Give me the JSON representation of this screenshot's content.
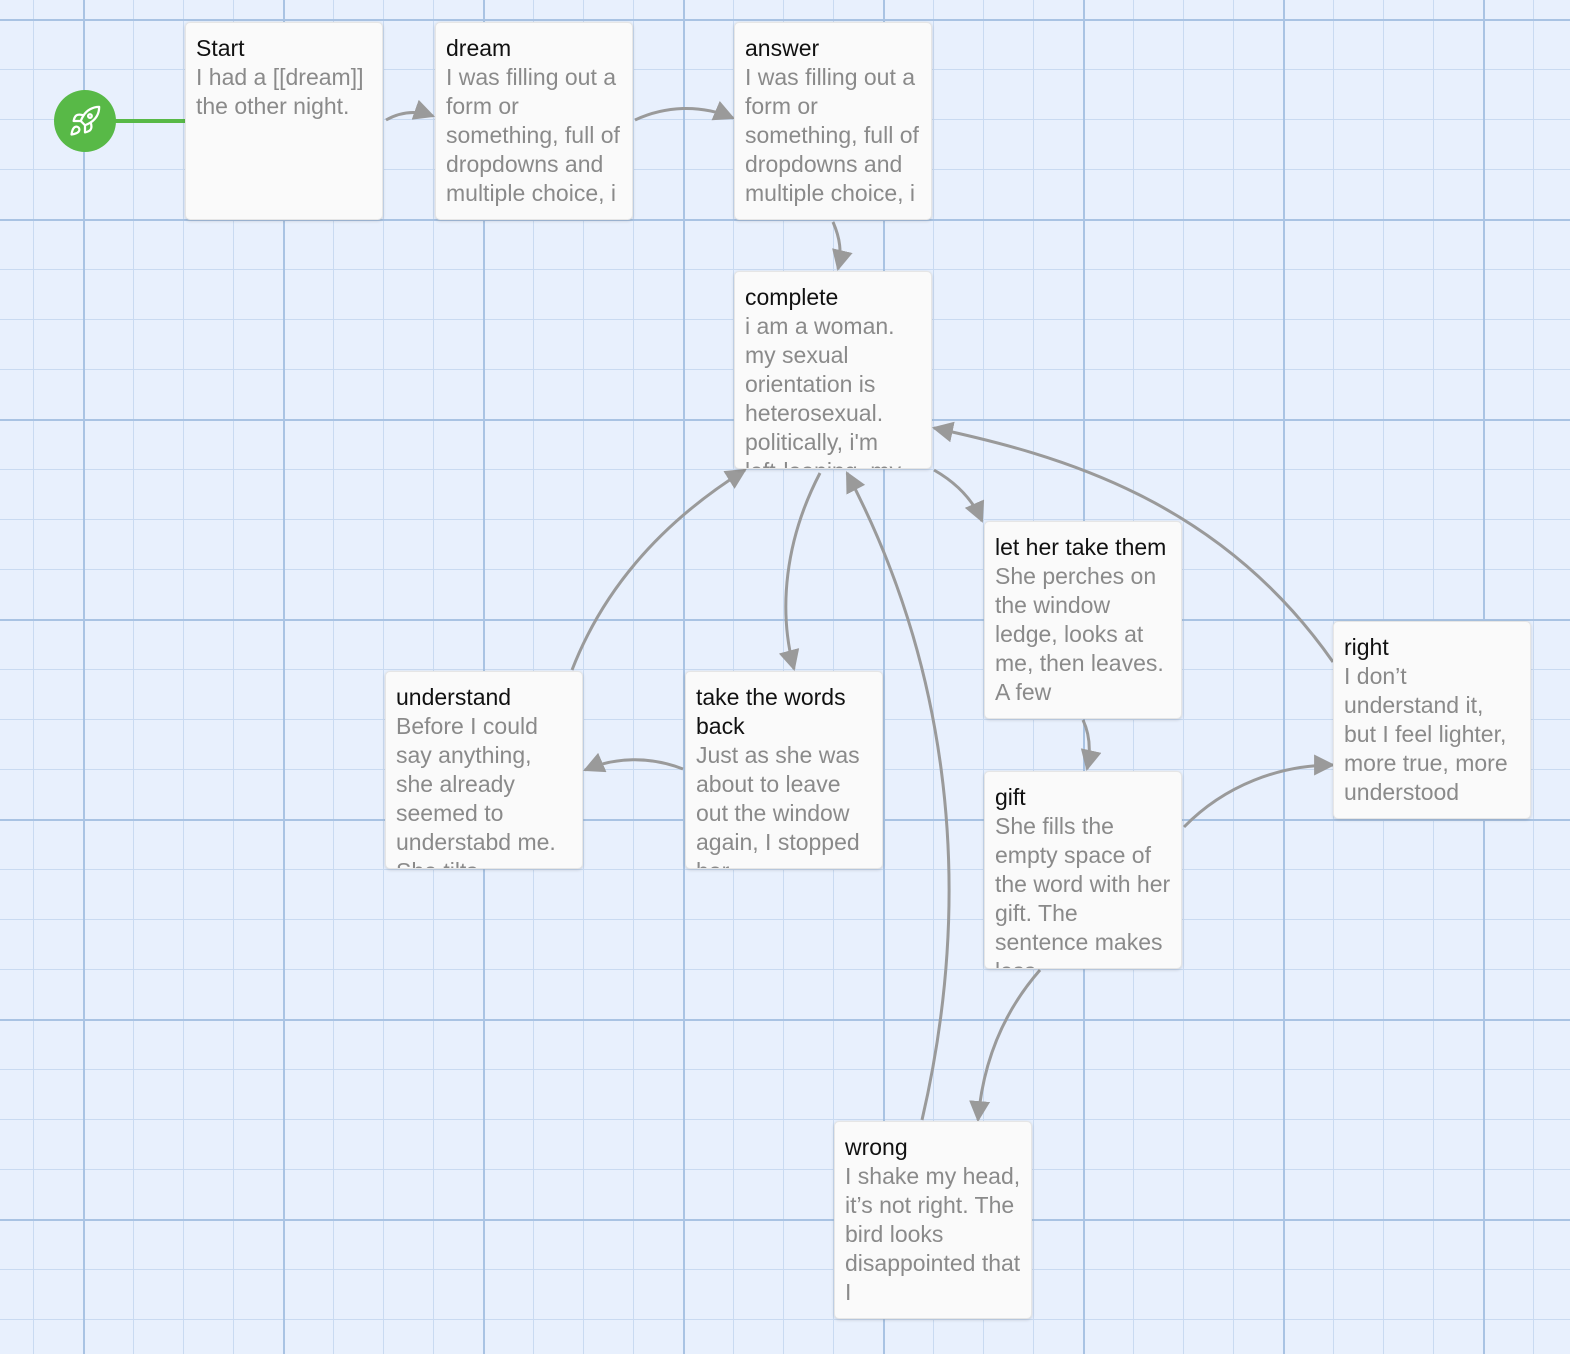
{
  "story": {
    "start_icon": "rocket-icon",
    "colors": {
      "start": "#58b947",
      "link": "#9a9a9a",
      "passage_bg": "#fafafa",
      "grid_bg": "#e8f0fd"
    },
    "passages": {
      "start": {
        "title": "Start",
        "excerpt": "I had a [[dream]] the other night."
      },
      "dream": {
        "title": "dream",
        "excerpt": "I was filling out a form or something, full of dropdowns and multiple choice, i"
      },
      "answer": {
        "title": "answer",
        "excerpt": "I was filling out a form or something, full of dropdowns and multiple choice, i"
      },
      "complete": {
        "title": "complete",
        "excerpt": "i am a woman. my sexual orientation is heterosexual. politically, i'm left-leaning. my"
      },
      "let_her_take_them": {
        "title": "let her take them",
        "excerpt": "She perches on the window ledge, looks at me, then leaves. A few"
      },
      "right": {
        "title": "right",
        "excerpt": "I don’t understand it, but I feel lighter, more true, more understood"
      },
      "understand": {
        "title": "understand",
        "excerpt": "Before I could say anything, she already seemed to understabd me. She tilts"
      },
      "take_the_words_back": {
        "title": "take the words back",
        "excerpt": "Just as she was about to leave out the window again, I stopped her"
      },
      "gift": {
        "title": "gift",
        "excerpt": "She fills the empty space of the word with her gift. The sentence makes less"
      },
      "wrong": {
        "title": "wrong",
        "excerpt": "I shake my head, it’s not right. The bird looks disappointed that I"
      }
    }
  }
}
